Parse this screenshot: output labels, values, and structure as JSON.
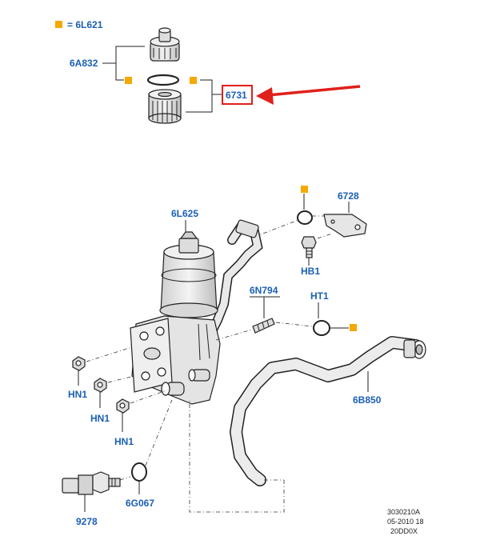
{
  "legend": {
    "text": "= 6L621"
  },
  "labels": {
    "part_6A832": "6A832",
    "part_6731": "6731",
    "part_6728": "6728",
    "part_6L625": "6L625",
    "part_HB1": "HB1",
    "part_6N794": "6N794",
    "part_HT1": "HT1",
    "part_HN1_a": "HN1",
    "part_HN1_b": "HN1",
    "part_HN1_c": "HN1",
    "part_6B850": "6B850",
    "part_6G067": "6G067",
    "part_9278": "9278"
  },
  "reference": {
    "line1": "3030210A",
    "line2": "05-2010 18",
    "line3": "20DD0X"
  },
  "colors": {
    "label": "#1a5fb4",
    "marker": "#f5a800",
    "highlight": "#e0201b",
    "part_fill": "#e8e8e8",
    "part_stroke": "#222222"
  }
}
